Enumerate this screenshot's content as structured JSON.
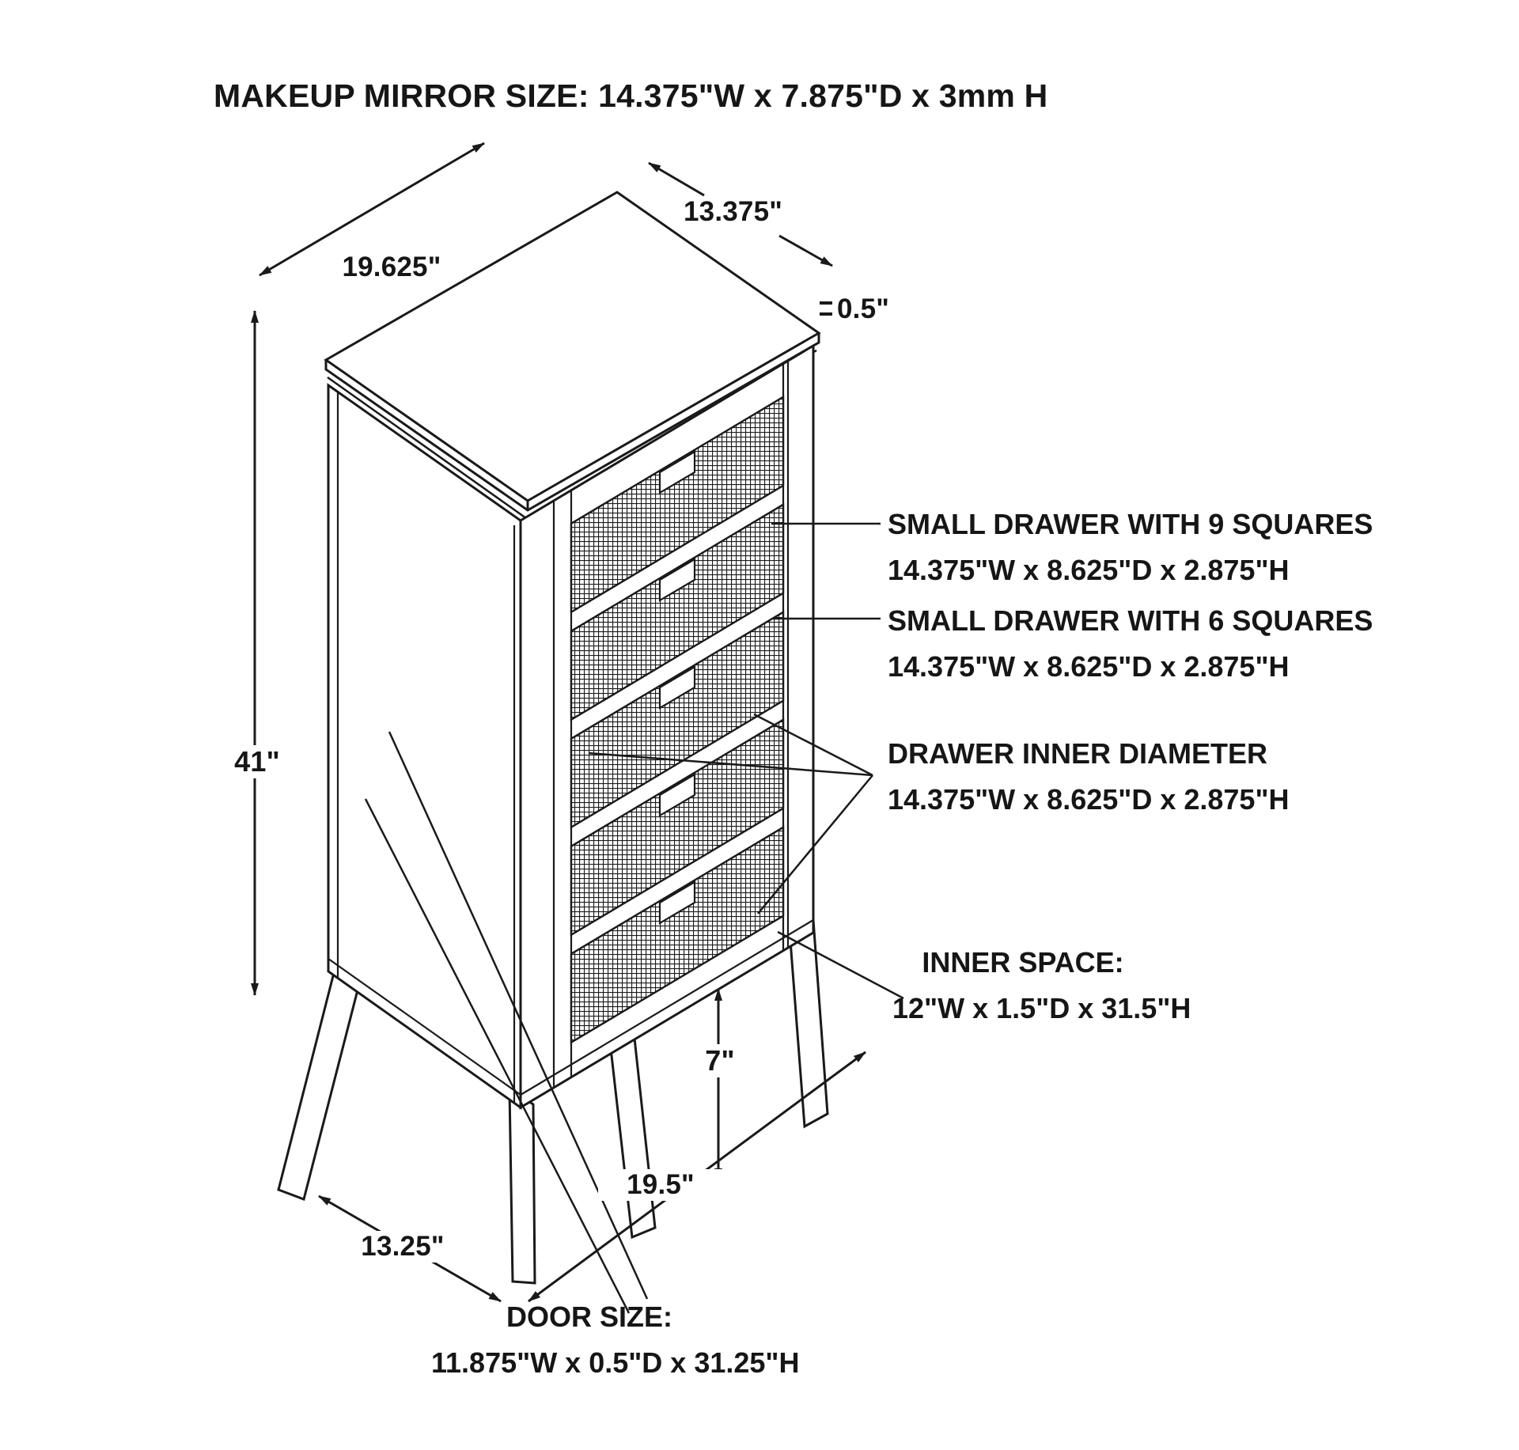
{
  "colors": {
    "ink": "#1a1a1a",
    "background": "#ffffff"
  },
  "title": "MAKEUP MIRROR SIZE: 14.375\"W x 7.875\"D x 3mm H",
  "dimensions": {
    "top_width": "19.625\"",
    "top_depth": "13.375\"",
    "top_thickness": "0.5\"",
    "overall_height": "41\"",
    "leg_height": "7\"",
    "base_width": "19.5\"",
    "base_depth": "13.25\""
  },
  "annotations": {
    "drawer_9_squares": {
      "line1": "SMALL DRAWER WITH 9 SQUARES",
      "line2": "14.375\"W x 8.625\"D x 2.875\"H"
    },
    "drawer_6_squares": {
      "line1": "SMALL DRAWER WITH 6 SQUARES",
      "line2": "14.375\"W x 8.625\"D x 2.875\"H"
    },
    "drawer_inner_diameter": {
      "line1": "DRAWER INNER DIAMETER",
      "line2": "14.375\"W x 8.625\"D x 2.875\"H"
    },
    "inner_space": {
      "line1": "INNER SPACE:",
      "line2": "12\"W x 1.5\"D x 31.5\"H"
    },
    "door_size": {
      "line1": "DOOR SIZE:",
      "line2": "11.875\"W x 0.5\"D x 31.25\"H"
    }
  }
}
